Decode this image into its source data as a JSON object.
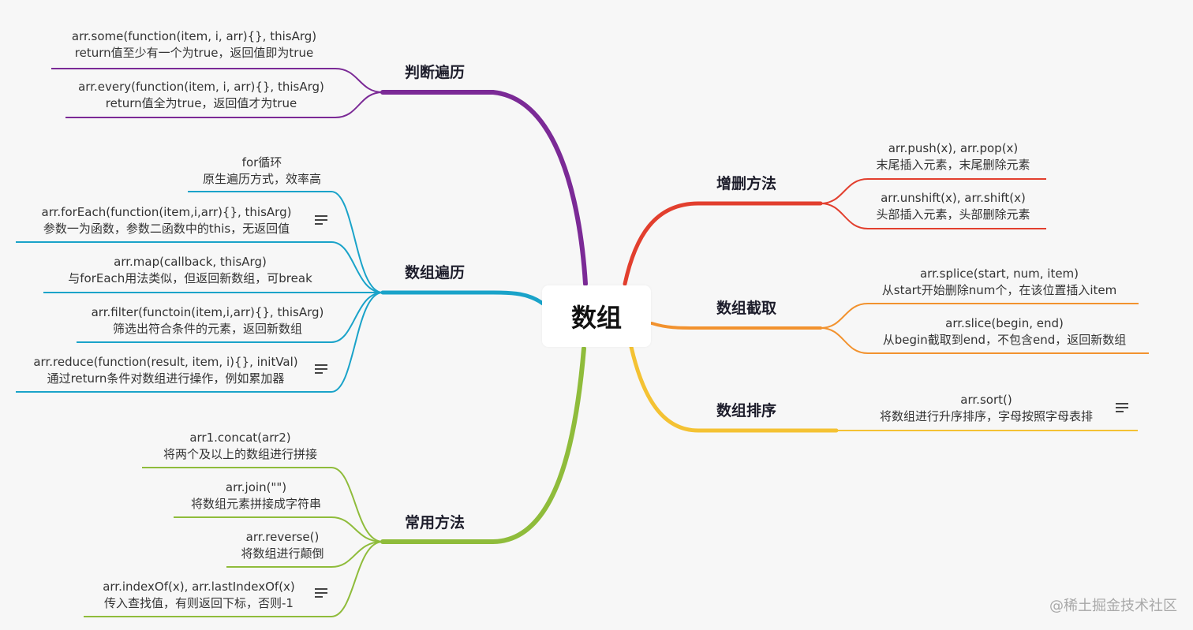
{
  "center": {
    "label": "数组"
  },
  "branches": {
    "judge": {
      "title": "判断遍历",
      "color": "#7b2a96"
    },
    "iterate": {
      "title": "数组遍历",
      "color": "#1aa3c9"
    },
    "common": {
      "title": "常用方法",
      "color": "#8fbc3b"
    },
    "addremove": {
      "title": "增删方法",
      "color": "#e23f2e"
    },
    "slice": {
      "title": "数组截取",
      "color": "#f2922e"
    },
    "sort": {
      "title": "数组排序",
      "color": "#f4c233"
    }
  },
  "nodes": {
    "some": {
      "line1": "arr.some(function(item, i, arr){}, thisArg)",
      "line2": "return值至少有一个为true，返回值即为true"
    },
    "every": {
      "line1": "arr.every(function(item, i, arr){}, thisArg)",
      "line2": "return值全为true，返回值才为true"
    },
    "forloop": {
      "line1": "for循环",
      "line2": "原生遍历方式，效率高"
    },
    "foreach": {
      "line1": "arr.forEach(function(item,i,arr){}, thisArg)",
      "line2": "参数一为函数，参数二函数中的this，无返回值"
    },
    "map": {
      "line1": "arr.map(callback, thisArg)",
      "line2": "与forEach用法类似，但返回新数组，可break"
    },
    "filter": {
      "line1": "arr.filter(functoin(item,i,arr){}, thisArg)",
      "line2": "筛选出符合条件的元素，返回新数组"
    },
    "reduce": {
      "line1": "arr.reduce(function(result, item, i){}, initVal)",
      "line2": "通过return条件对数组进行操作，例如累加器"
    },
    "concat": {
      "line1": "arr1.concat(arr2)",
      "line2": "将两个及以上的数组进行拼接"
    },
    "join": {
      "line1": "arr.join(\"\")",
      "line2": "将数组元素拼接成字符串"
    },
    "reverse": {
      "line1": "arr.reverse()",
      "line2": "将数组进行颠倒"
    },
    "indexof": {
      "line1": "arr.indexOf(x), arr.lastIndexOf(x)",
      "line2": "传入查找值，有则返回下标，否则-1"
    },
    "pushpop": {
      "line1": "arr.push(x), arr.pop(x)",
      "line2": "末尾插入元素，末尾删除元素"
    },
    "unshift": {
      "line1": "arr.unshift(x), arr.shift(x)",
      "line2": "头部插入元素，头部删除元素"
    },
    "splice": {
      "line1": "arr.splice(start, num, item)",
      "line2": "从start开始删除num个，在该位置插入item"
    },
    "sliceop": {
      "line1": "arr.slice(begin, end)",
      "line2": "从begin截取到end，不包含end，返回新数组"
    },
    "sortop": {
      "line1": "arr.sort()",
      "line2": "将数组进行升序排序，字母按照字母表排"
    }
  },
  "icons": {
    "note": "note-lines-icon"
  },
  "watermark": "@稀土掘金技术社区"
}
